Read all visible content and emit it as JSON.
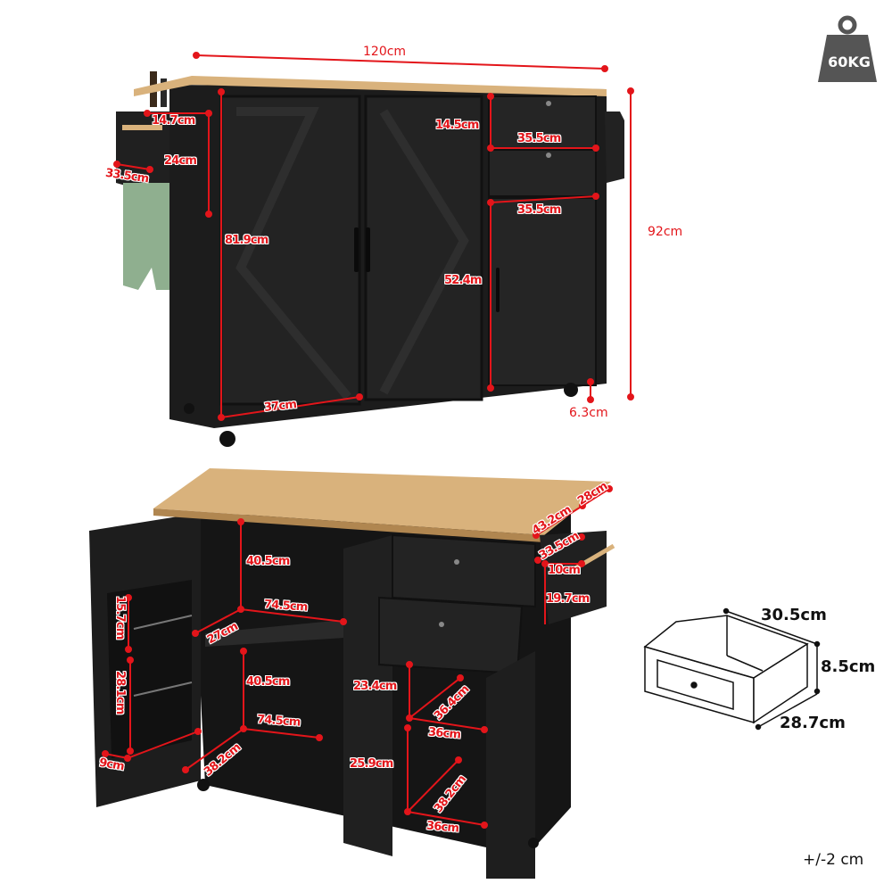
{
  "weight_badge": {
    "label": "60KG",
    "color": "#555555"
  },
  "tolerance": "+/-2 cm",
  "colors": {
    "dimension_red": "#e3151a",
    "cabinet_black": "#1c1c1c",
    "wood": "#d9b27c"
  },
  "front_view": {
    "overall_width": "120cm",
    "overall_height": "92cm",
    "side_rack_width": "14.7cm",
    "side_rack_height": "24cm",
    "side_rack_depth": "33.5cm",
    "cabinet_height": "81.9cm",
    "door_width": "37cm",
    "drawer_height": "14.5cm",
    "drawer_width_1": "35.5cm",
    "drawer_width_2": "35.5cm",
    "right_door_height": "52.4m",
    "caster_height": "6.3cm"
  },
  "open_view": {
    "top_depth": "43.2cm",
    "leaf_depth": "28cm",
    "side_depth": "33.5cm",
    "rack_width": "10cm",
    "rack_height": "19.7cm",
    "upper_shelf_height": "40.5cm",
    "upper_shelf_width": "74.5cm",
    "shelf_depth": "27cm",
    "lower_shelf_height": "40.5cm",
    "lower_shelf_width": "74.5cm",
    "lower_shelf_depth": "38.2cm",
    "door_rack_upper": "15.7cm",
    "door_rack_lower": "28.1cm",
    "door_rack_depth": "9cm",
    "right_upper_height": "23.4cm",
    "right_upper_depth": "36.4cm",
    "right_upper_width": "36cm",
    "right_lower_height": "25.9cm",
    "right_lower_depth": "38.2cm",
    "right_lower_width": "36cm"
  },
  "drawer_detail": {
    "width": "30.5cm",
    "height": "8.5cm",
    "depth": "28.7cm"
  }
}
